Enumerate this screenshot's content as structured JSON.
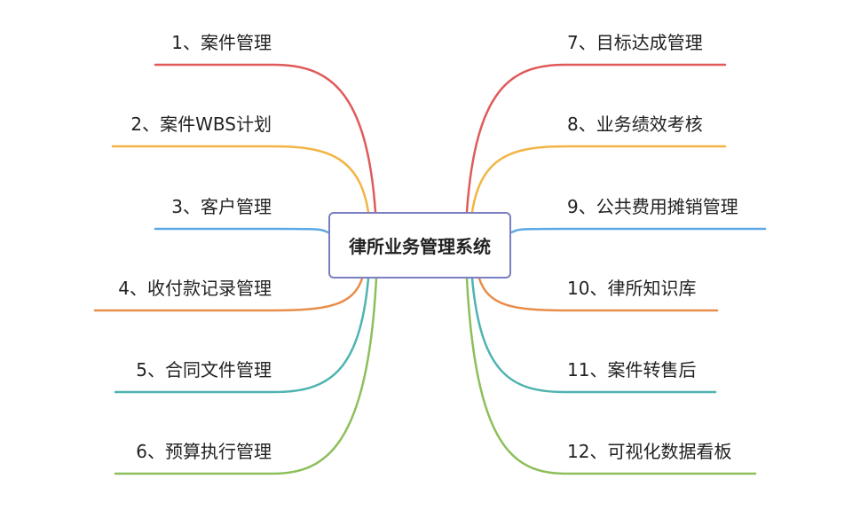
{
  "center": {
    "label": "律所业务管理系统",
    "border_color": "#7b7ec0"
  },
  "left_branches": [
    {
      "label": "1、案件管理",
      "color": "#e05a5a"
    },
    {
      "label": "2、案件WBS计划",
      "color": "#f2b544"
    },
    {
      "label": "3、客户管理",
      "color": "#5aa8e6"
    },
    {
      "label": "4、收付款记录管理",
      "color": "#e88d4a"
    },
    {
      "label": "5、合同文件管理",
      "color": "#4fb3b0"
    },
    {
      "label": "6、预算执行管理",
      "color": "#8cbf5a"
    }
  ],
  "right_branches": [
    {
      "label": "7、目标达成管理",
      "color": "#e05a5a"
    },
    {
      "label": "8、业务绩效考核",
      "color": "#f2b544"
    },
    {
      "label": "9、公共费用摊销管理",
      "color": "#5aa8e6"
    },
    {
      "label": "10、律所知识库",
      "color": "#e88d4a"
    },
    {
      "label": "11、案件转售后",
      "color": "#4fb3b0"
    },
    {
      "label": "12、可视化数据看板",
      "color": "#8cbf5a"
    }
  ]
}
